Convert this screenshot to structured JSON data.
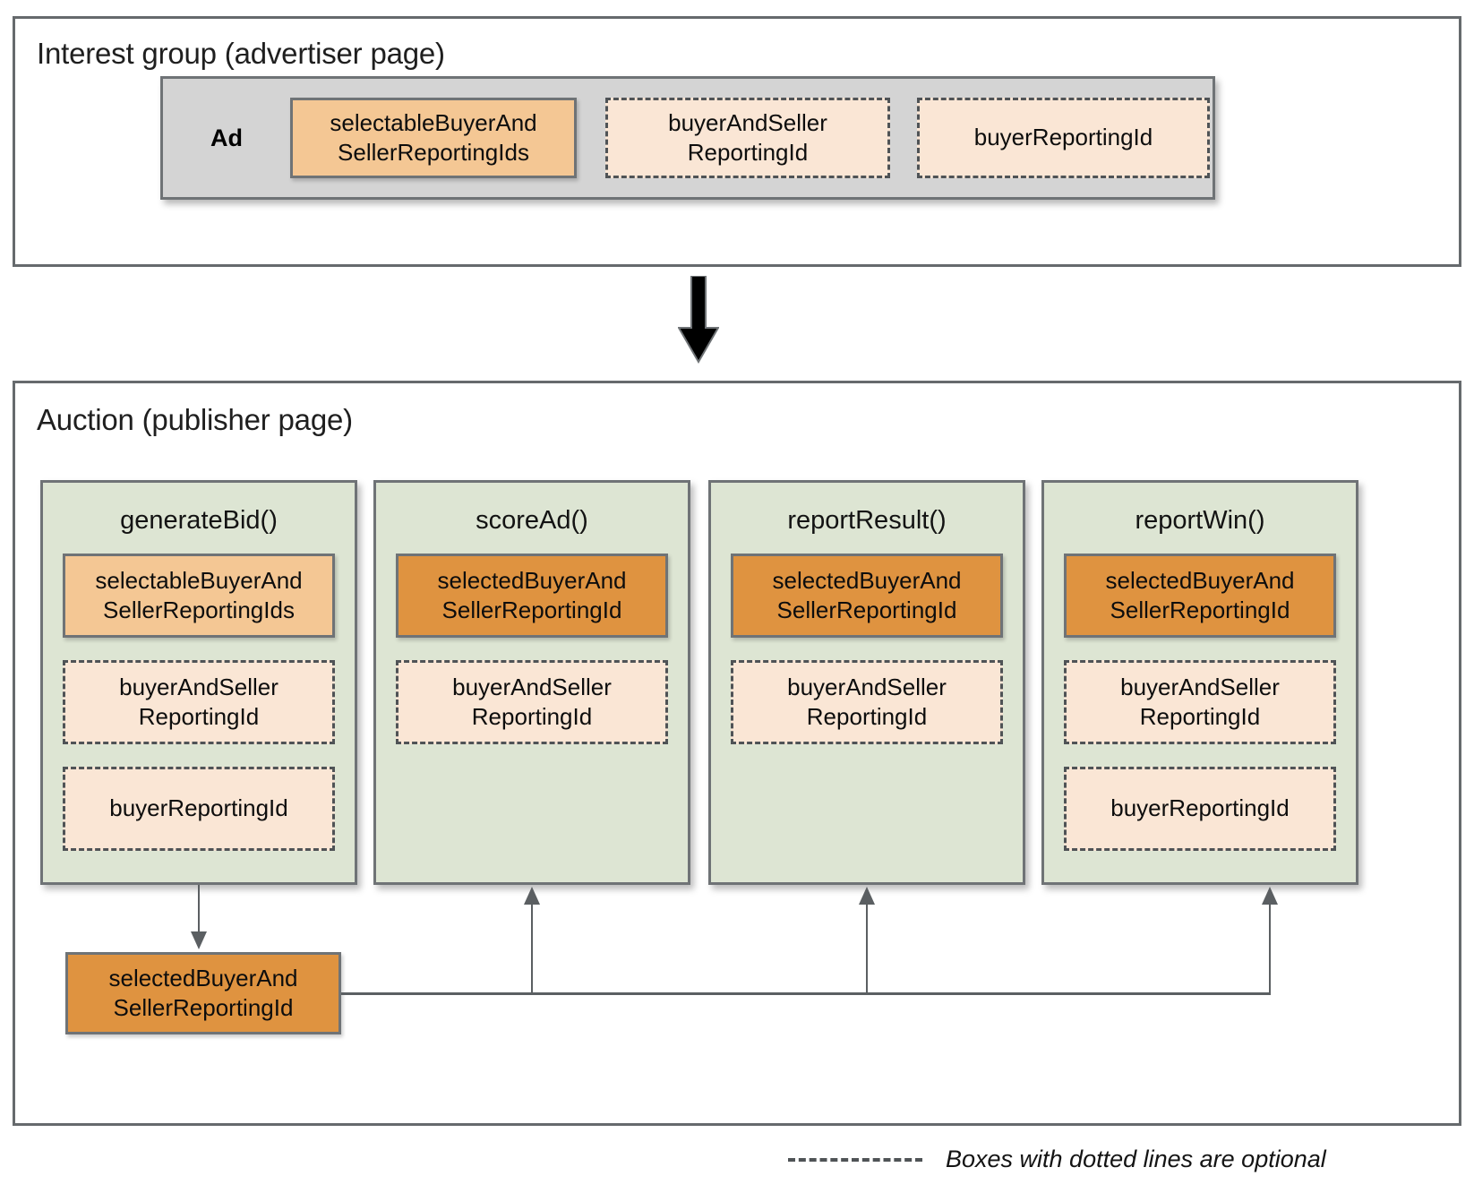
{
  "interest_group": {
    "title": "Interest group (advertiser page)",
    "ad_label": "Ad",
    "chips": [
      {
        "text": "selectableBuyerAnd\nSellerReportingIds",
        "style": "selectable"
      },
      {
        "text": "buyerAndSeller\nReportingId",
        "style": "optional"
      },
      {
        "text": "buyerReportingId",
        "style": "optional"
      }
    ]
  },
  "flow_arrow_icon": "down-arrow-icon",
  "auction": {
    "title": "Auction (publisher page)",
    "columns": [
      {
        "name": "generateBid()",
        "chips": [
          {
            "text": "selectableBuyerAnd\nSellerReportingIds",
            "style": "selectable"
          },
          {
            "text": "buyerAndSeller\nReportingId",
            "style": "optional"
          },
          {
            "text": "buyerReportingId",
            "style": "optional"
          }
        ]
      },
      {
        "name": "scoreAd()",
        "chips": [
          {
            "text": "selectedBuyerAnd\nSellerReportingId",
            "style": "selected"
          },
          {
            "text": "buyerAndSeller\nReportingId",
            "style": "optional"
          }
        ]
      },
      {
        "name": "reportResult()",
        "chips": [
          {
            "text": "selectedBuyerAnd\nSellerReportingId",
            "style": "selected"
          },
          {
            "text": "buyerAndSeller\nReportingId",
            "style": "optional"
          }
        ]
      },
      {
        "name": "reportWin()",
        "chips": [
          {
            "text": "selectedBuyerAnd\nSellerReportingId",
            "style": "selected"
          },
          {
            "text": "buyerAndSeller\nReportingId",
            "style": "optional"
          },
          {
            "text": "buyerReportingId",
            "style": "optional"
          }
        ]
      }
    ],
    "result_chip": {
      "text": "selectedBuyerAnd\nSellerReportingId",
      "style": "selected"
    }
  },
  "legend": {
    "text": "Boxes with dotted lines are optional"
  },
  "colors": {
    "selectable": "#f4c794",
    "selected": "#df9340",
    "optional": "#fae6d5",
    "function_box": "#dde5d3",
    "ad_box": "#d4d4d4",
    "border": "#6f7376",
    "connector": "#5b5f62"
  }
}
